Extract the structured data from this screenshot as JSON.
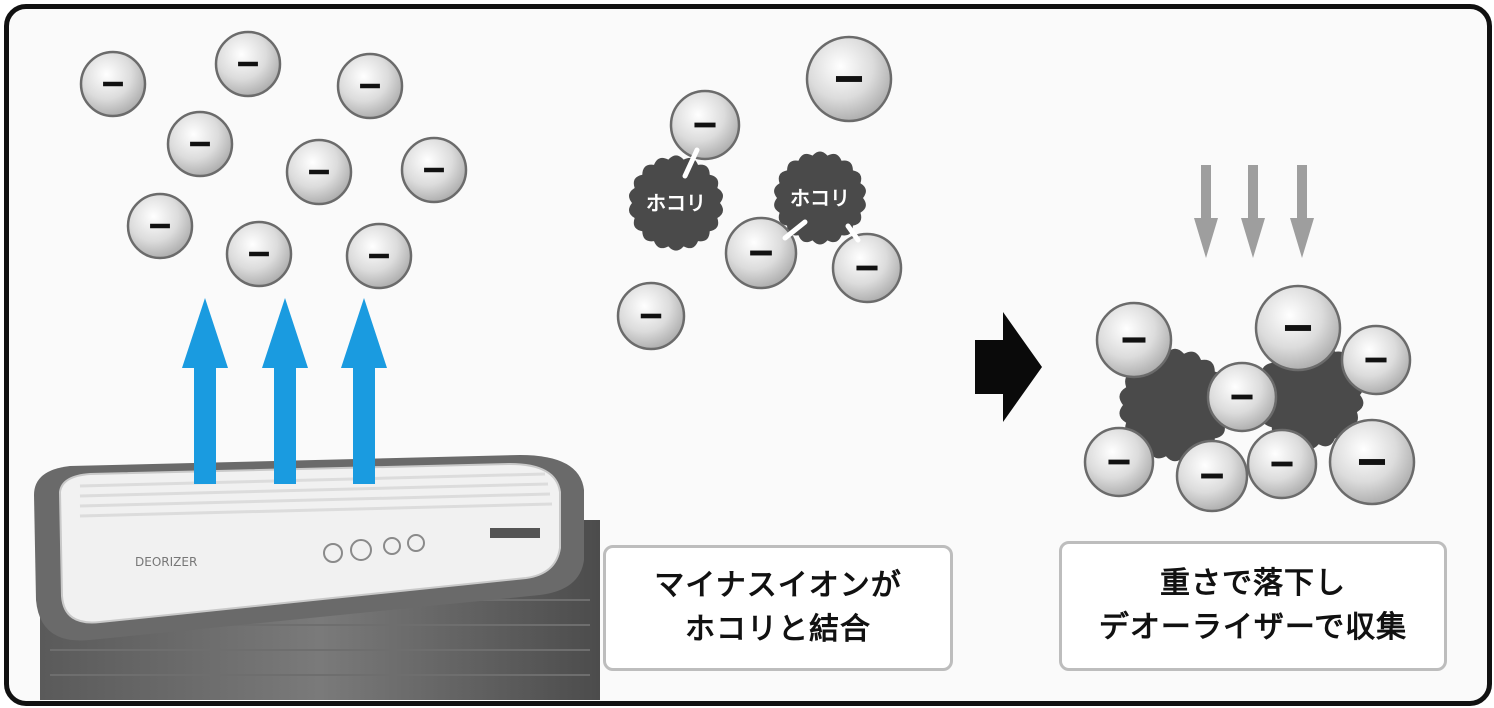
{
  "ion_symbol": "−",
  "dust_label": "ホコリ",
  "captions": {
    "combine": [
      "マイナスイオンが",
      "ホコリと結合"
    ],
    "collect": [
      "重さで落下し",
      "デオーライザーで収集"
    ]
  },
  "device": {
    "brand": "DEORIZER"
  },
  "colors": {
    "frame": "#111111",
    "up_arrow": "#1a9be0",
    "down_arrow": "#9e9e9e",
    "dust": "#4a4a4a",
    "ion_fill": "#d6d6d6",
    "next_arrow": "#0a0a0a"
  },
  "icons": [
    "up-arrow-icon",
    "down-arrow-icon",
    "next-step-arrow-icon",
    "negative-ion-icon",
    "dust-icon"
  ]
}
